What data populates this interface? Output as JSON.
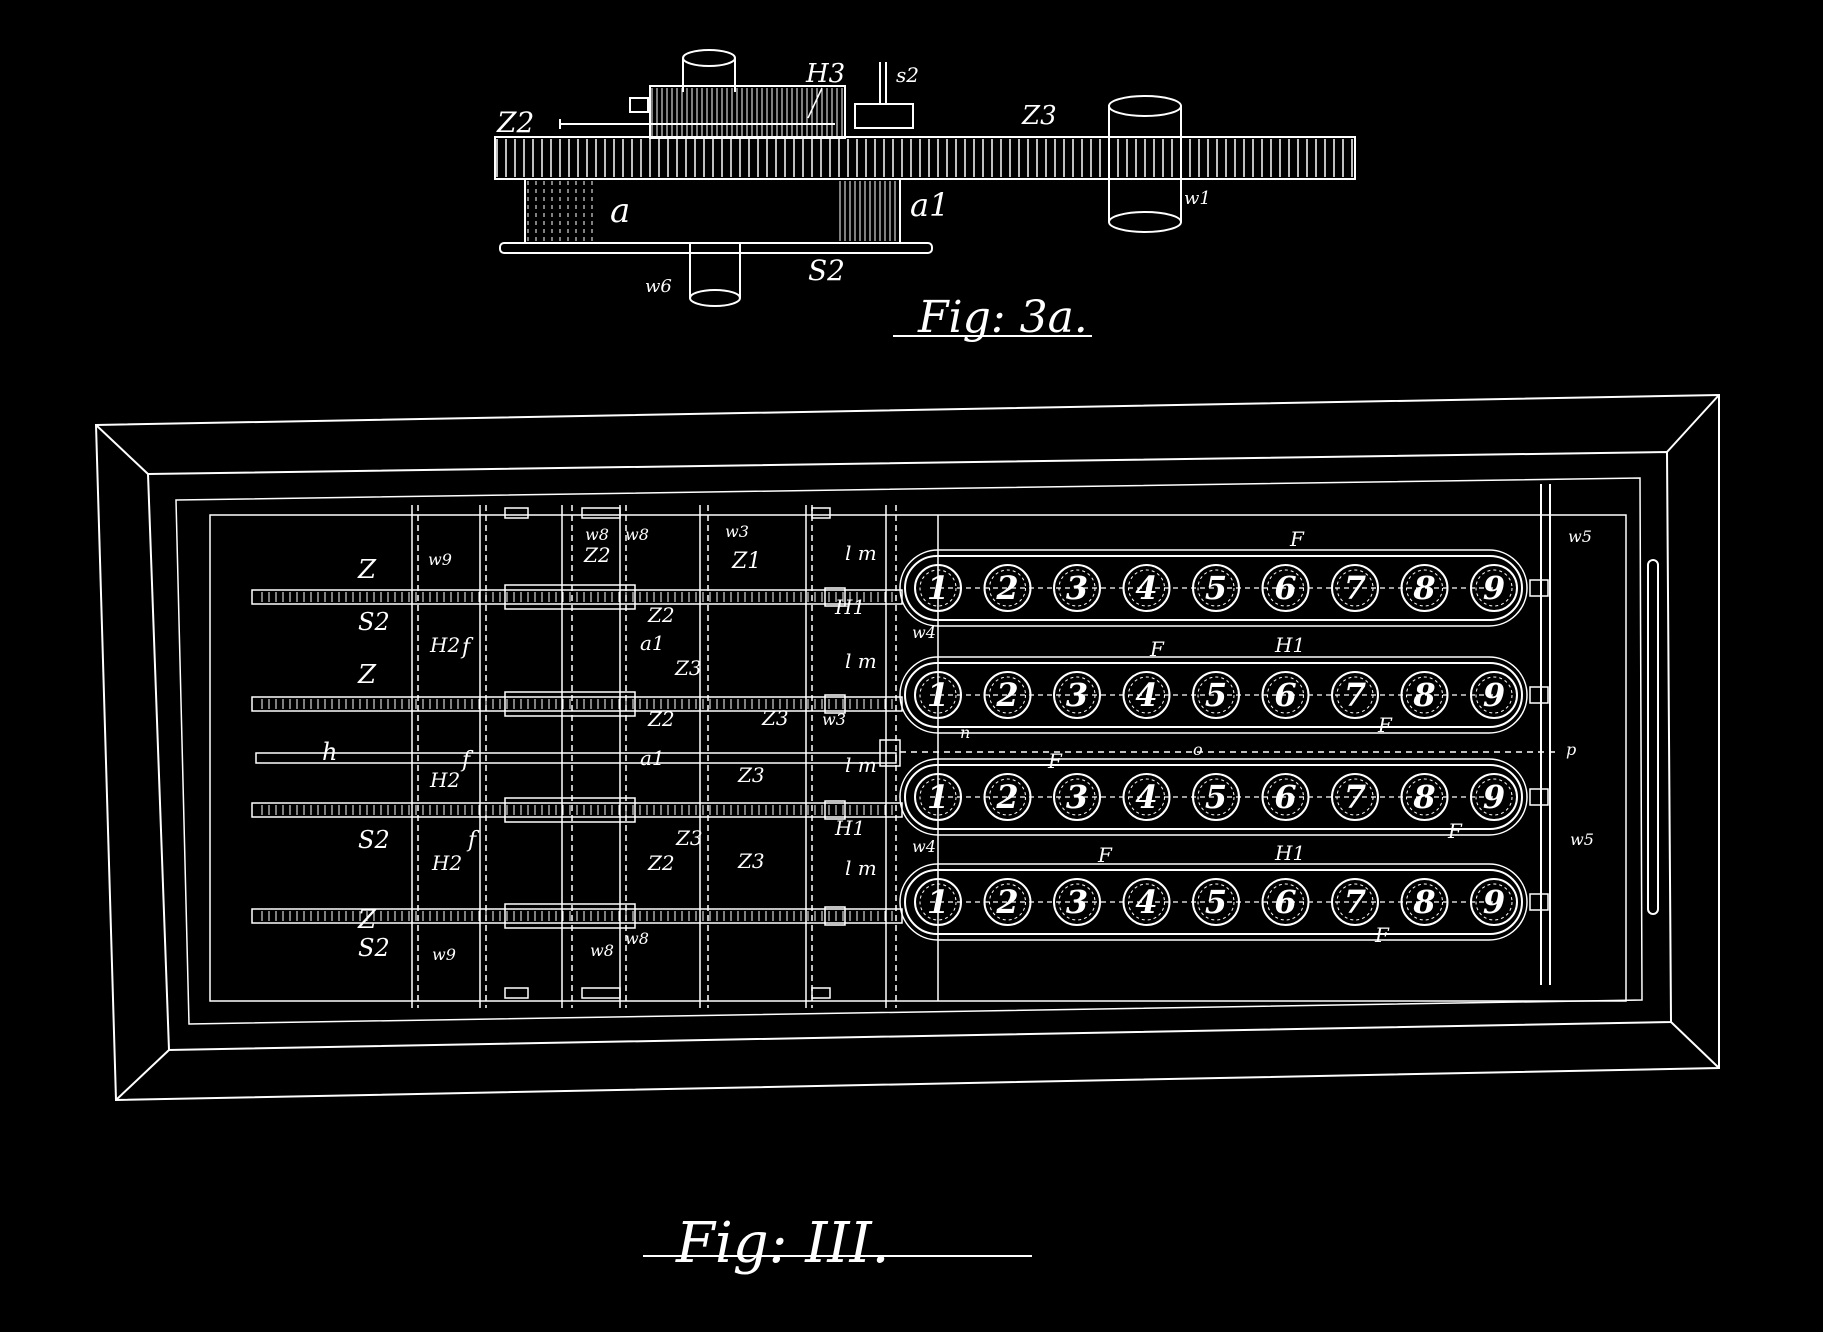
{
  "figures": {
    "top_caption": "Fig: 3a.",
    "main_caption": "Fig: III."
  },
  "top_labels": {
    "h3": "H3",
    "s2_top": "s2",
    "z2": "Z2",
    "z3": "Z3",
    "a": "a",
    "a1": "a1",
    "w1": "w1",
    "w6": "w6",
    "s2": "S2"
  },
  "rows": [
    {
      "digits": [
        "1",
        "2",
        "3",
        "4",
        "5",
        "6",
        "7",
        "8",
        "9"
      ]
    },
    {
      "digits": [
        "1",
        "2",
        "3",
        "4",
        "5",
        "6",
        "7",
        "8",
        "9"
      ]
    },
    {
      "digits": [
        "1",
        "2",
        "3",
        "4",
        "5",
        "6",
        "7",
        "8",
        "9"
      ]
    },
    {
      "digits": [
        "1",
        "2",
        "3",
        "4",
        "5",
        "6",
        "7",
        "8",
        "9"
      ]
    }
  ],
  "main_labels": {
    "z": "Z",
    "s2": "S2",
    "h2": "H2",
    "f": "f",
    "z2": "Z2",
    "z3": "Z3",
    "z1": "Z1",
    "a1": "a1",
    "h": "h",
    "lm": "l m",
    "h1": "H1",
    "w4": "w4",
    "w5": "w5",
    "w8": "w8",
    "w3": "w3",
    "w9": "w9",
    "fr": "F",
    "n": "n",
    "o": "o",
    "p": "p"
  }
}
